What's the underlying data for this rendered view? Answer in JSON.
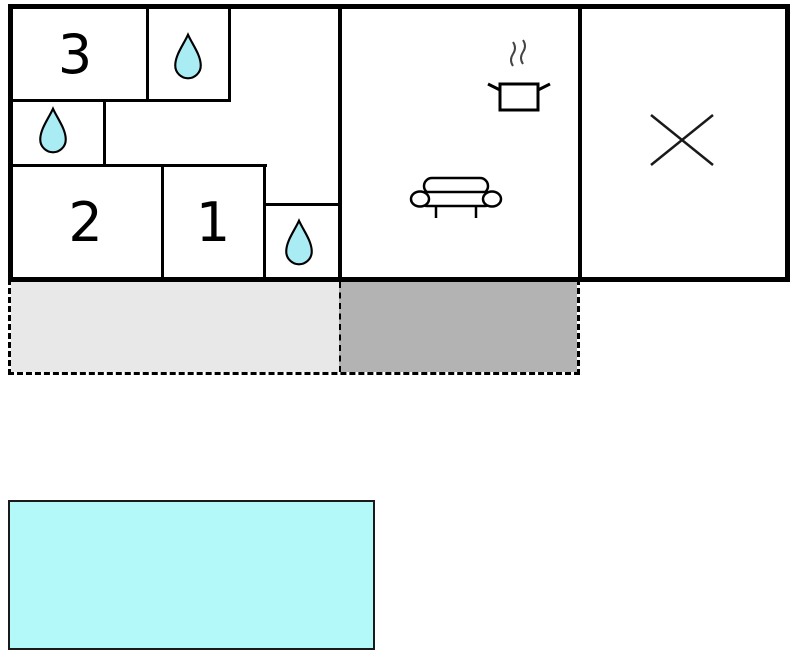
{
  "floorplan": {
    "title": "property-floor-plan",
    "rooms": [
      {
        "label": "3"
      },
      {
        "label": "2"
      },
      {
        "label": "1"
      }
    ],
    "icons": {
      "drop": "water-drop",
      "stove": "stove-pot-with-steam",
      "sofa": "sofa",
      "cross": "cross-mark"
    },
    "colors": {
      "wall": "#000000",
      "drop_fill": "#a9ecf4",
      "drop_stroke": "#000000",
      "terrace_light": "#e8e8e8",
      "terrace_dark": "#b3b3b3",
      "pool_fill": "#b3f9f9",
      "steam_stroke": "#444444"
    }
  }
}
